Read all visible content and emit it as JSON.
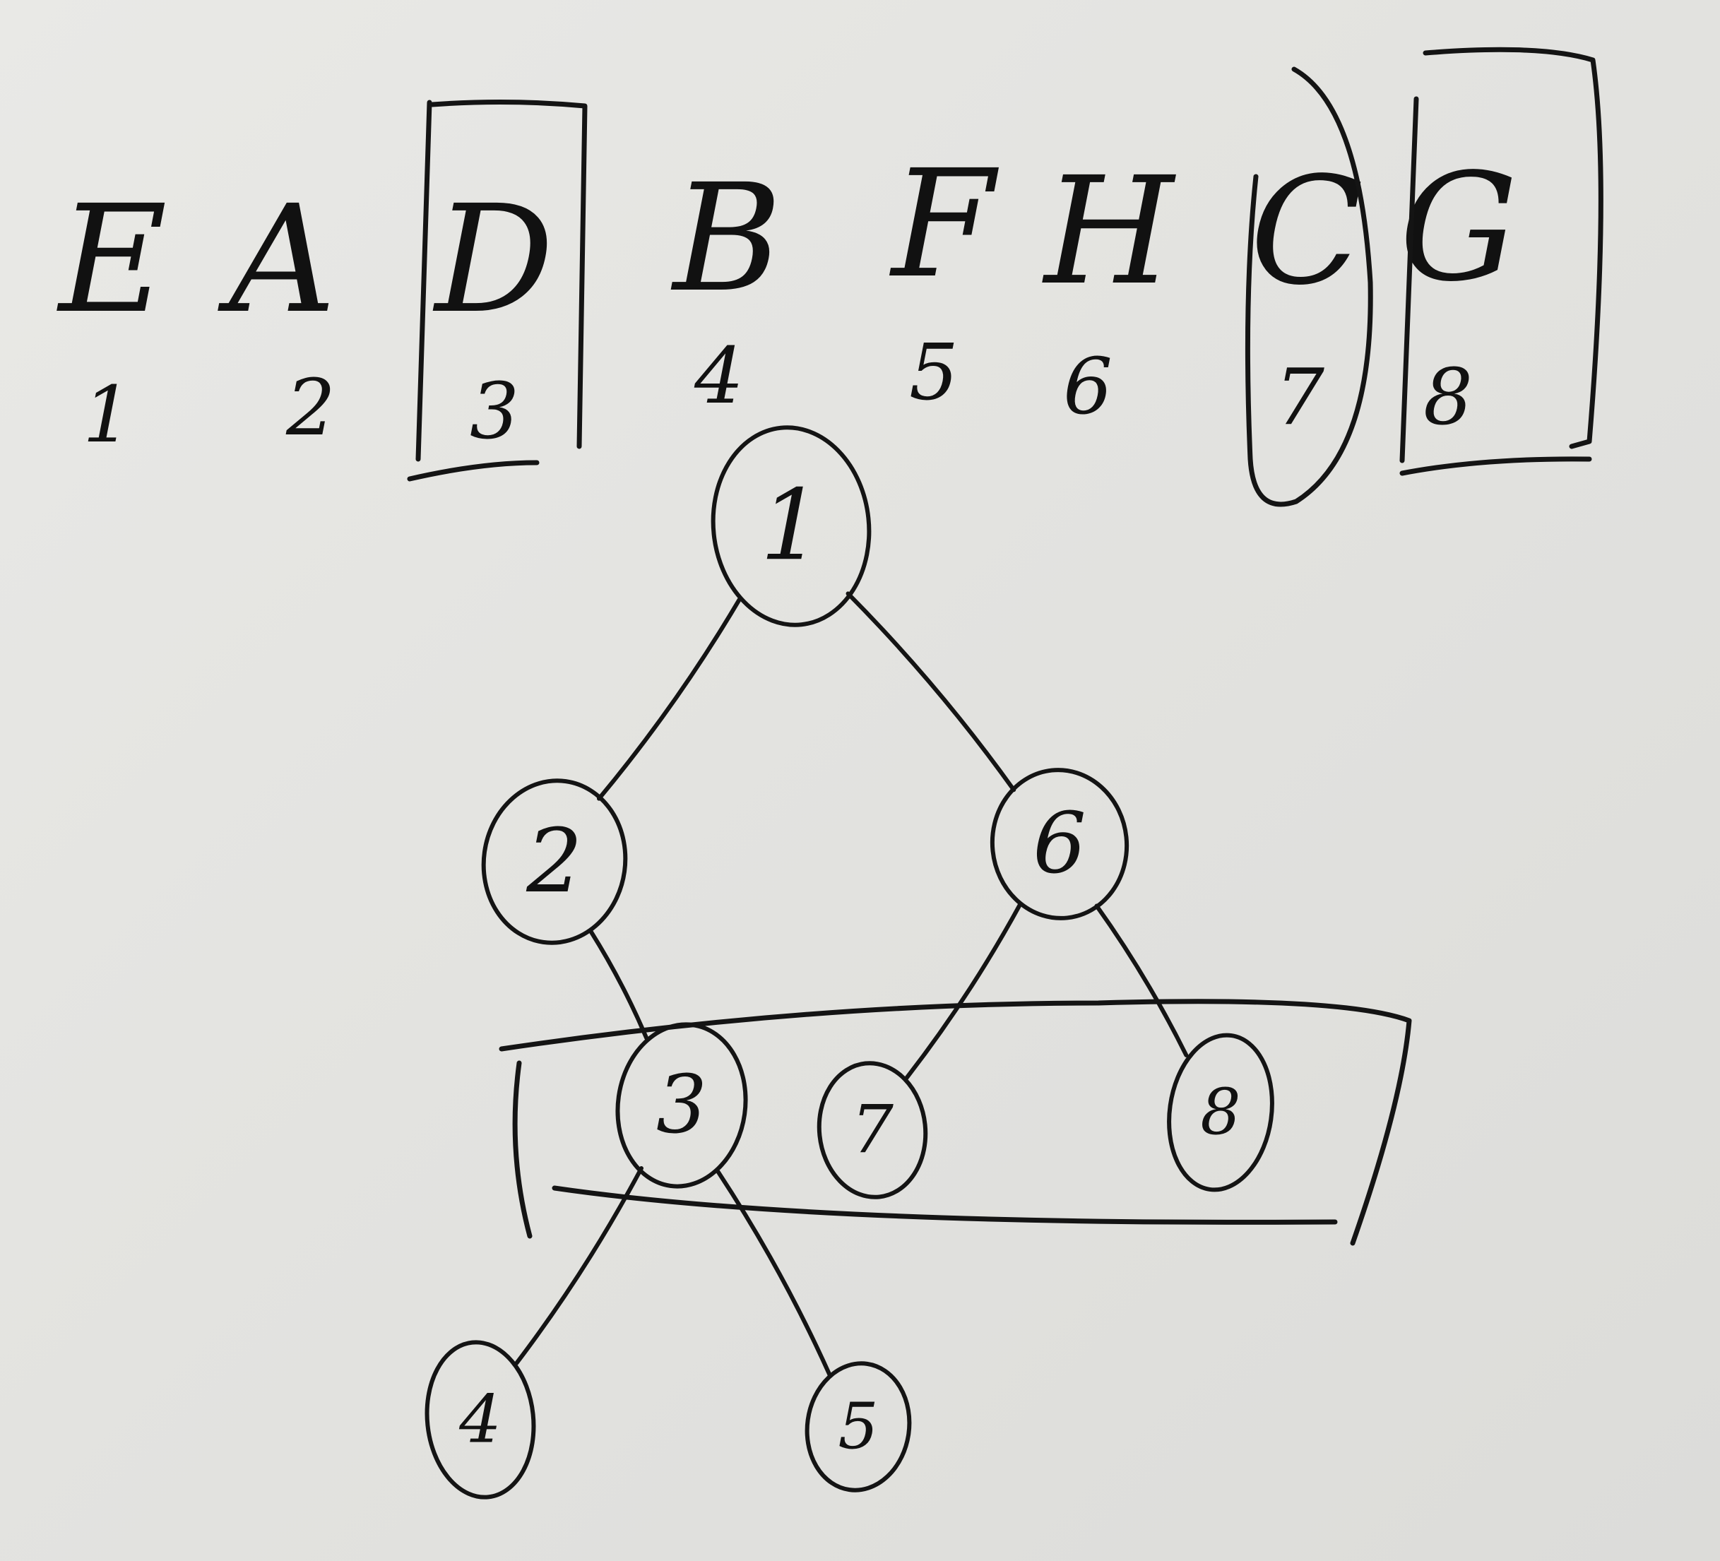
{
  "sequence": [
    {
      "letter": "E",
      "index": "1",
      "mark": "none"
    },
    {
      "letter": "A",
      "index": "2",
      "mark": "none"
    },
    {
      "letter": "D",
      "index": "3",
      "mark": "box"
    },
    {
      "letter": "B",
      "index": "4",
      "mark": "none"
    },
    {
      "letter": "F",
      "index": "5",
      "mark": "none"
    },
    {
      "letter": "H",
      "index": "6",
      "mark": "none"
    },
    {
      "letter": "C",
      "index": "7",
      "mark": "oval"
    },
    {
      "letter": "G",
      "index": "8",
      "mark": "box"
    }
  ],
  "tree": {
    "nodes": [
      {
        "id": "1",
        "label": "1"
      },
      {
        "id": "2",
        "label": "2"
      },
      {
        "id": "6",
        "label": "6"
      },
      {
        "id": "3",
        "label": "3"
      },
      {
        "id": "7",
        "label": "7"
      },
      {
        "id": "8",
        "label": "8"
      },
      {
        "id": "4",
        "label": "4"
      },
      {
        "id": "5",
        "label": "5"
      }
    ],
    "edges": [
      {
        "from": "1",
        "to": "2"
      },
      {
        "from": "1",
        "to": "6"
      },
      {
        "from": "2",
        "to": "3"
      },
      {
        "from": "6",
        "to": "7"
      },
      {
        "from": "6",
        "to": "8"
      },
      {
        "from": "3",
        "to": "4"
      },
      {
        "from": "3",
        "to": "5"
      }
    ],
    "highlighted_group": [
      "3",
      "7",
      "8"
    ]
  },
  "ink_color": "#141414",
  "paper_color": "#e6e6e3"
}
